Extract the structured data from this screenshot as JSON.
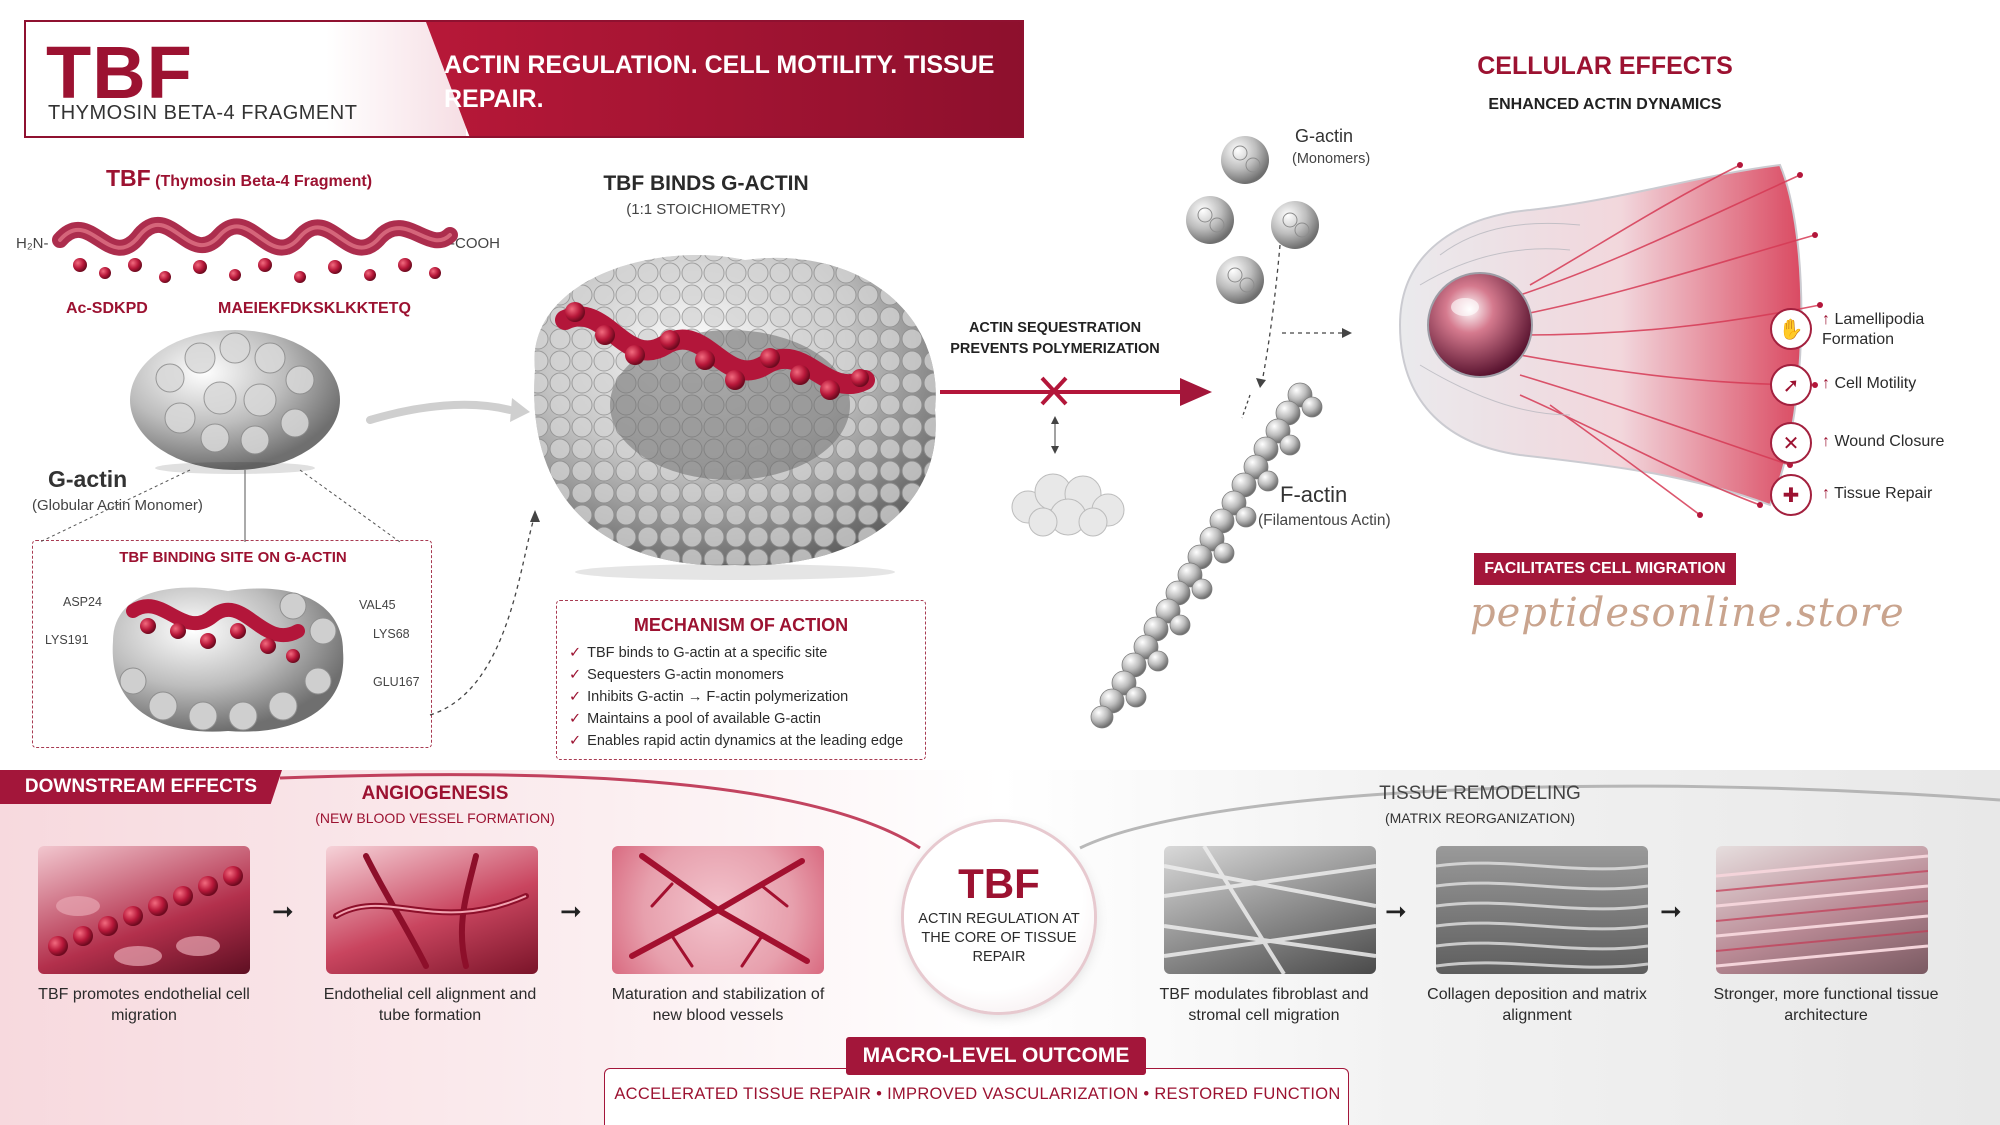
{
  "header": {
    "title": "TBF",
    "subtitle": "THYMOSIN BETA-4 FRAGMENT",
    "tagline": "ACTIN REGULATION. CELL MOTILITY. TISSUE REPAIR."
  },
  "peptide": {
    "title": "TBF",
    "title_paren": "(Thymosin Beta-4 Fragment)",
    "n_terminus": "H₂N-",
    "c_terminus": "-COOH",
    "seq_left": "Ac-SDKPD",
    "seq_right": "MAEIEKFDKSKLKKTETQ"
  },
  "gactin_left": {
    "label": "G-actin",
    "sub": "(Globular Actin Monomer)"
  },
  "binding_site": {
    "title": "TBF BINDING SITE ON G-ACTIN",
    "residues": [
      "ASP24",
      "LYS191",
      "VAL45",
      "LYS68",
      "GLU167"
    ]
  },
  "complex": {
    "title": "TBF BINDS G-ACTIN",
    "sub": "(1:1 STOICHIOMETRY)"
  },
  "mechanism": {
    "title": "MECHANISM OF ACTION",
    "items": [
      "TBF binds to G-actin at a specific site",
      "Sequesters G-actin monomers",
      "Inhibits G-actin → F-actin polymerization",
      "Maintains a pool of available G-actin",
      "Enables rapid actin dynamics at the leading edge"
    ]
  },
  "sequestration": {
    "line1": "ACTIN SEQUESTRATION",
    "line2": "PREVENTS POLYMERIZATION"
  },
  "monomers": {
    "label": "G-actin",
    "sub": "(Monomers)"
  },
  "factin": {
    "label": "F-actin",
    "sub": "(Filamentous Actin)"
  },
  "cellular": {
    "title": "CELLULAR EFFECTS",
    "sub": "ENHANCED ACTIN DYNAMICS",
    "effects": [
      {
        "arrow": "↑",
        "label": "Lamellipodia Formation",
        "icon": "lamellipodia-icon"
      },
      {
        "arrow": "↑",
        "label": "Cell Motility",
        "icon": "motility-icon"
      },
      {
        "arrow": "↑",
        "label": "Wound Closure",
        "icon": "wound-icon"
      },
      {
        "arrow": "↑",
        "label": "Tissue Repair",
        "icon": "repair-icon"
      }
    ],
    "badge": "FACILITATES CELL MIGRATION",
    "watermark": "peptidesonline.store"
  },
  "downstream": {
    "badge": "DOWNSTREAM EFFECTS",
    "angiogenesis": {
      "title": "ANGIOGENESIS",
      "sub": "(NEW BLOOD VESSEL FORMATION)",
      "captions": [
        "TBF promotes endothelial cell migration",
        "Endothelial cell alignment and tube formation",
        "Maturation and stabilization of new blood vessels"
      ]
    },
    "remodeling": {
      "title": "TISSUE REMODELING",
      "sub": "(MATRIX REORGANIZATION)",
      "captions": [
        "TBF modulates fibroblast and stromal cell migration",
        "Collagen deposition and matrix alignment",
        "Stronger, more functional tissue architecture"
      ]
    },
    "center": {
      "title": "TBF",
      "text": "ACTIN REGULATION AT THE CORE OF TISSUE REPAIR"
    }
  },
  "macro": {
    "badge": "MACRO-LEVEL OUTCOME",
    "text": "ACCELERATED TISSUE REPAIR • IMPROVED VASCULARIZATION • RESTORED FUNCTION"
  }
}
